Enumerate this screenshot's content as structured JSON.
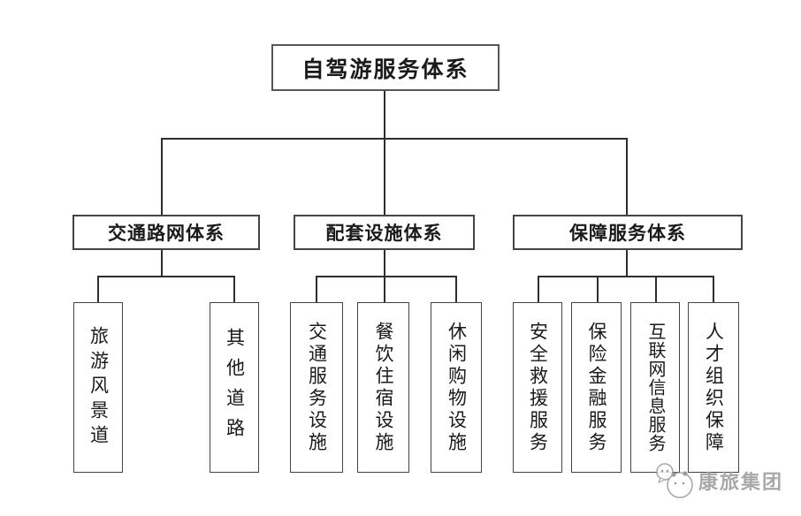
{
  "diagram": {
    "root": {
      "label": "自驾游服务体系"
    },
    "branches": [
      {
        "label": "交通路网体系",
        "children": [
          {
            "label": "旅游风景道"
          },
          {
            "label": "其他道路"
          }
        ]
      },
      {
        "label": "配套设施体系",
        "children": [
          {
            "label": "交通服务设施"
          },
          {
            "label": "餐饮住宿设施"
          },
          {
            "label": "休闲购物设施"
          }
        ]
      },
      {
        "label": "保障服务体系",
        "children": [
          {
            "label": "安全救援服务"
          },
          {
            "label": "保险金融服务"
          },
          {
            "label": "互联网信息服务"
          },
          {
            "label": "人才组织保障"
          }
        ]
      }
    ]
  },
  "watermark": {
    "brand": "康旅集团",
    "logo_icon": "mascot-chat-bubbles-icon"
  },
  "colors": {
    "line": "#2e2e2e",
    "box_border": "#444444",
    "text": "#1a1a1a",
    "watermark": "#9a9a9a",
    "background": "#ffffff"
  }
}
